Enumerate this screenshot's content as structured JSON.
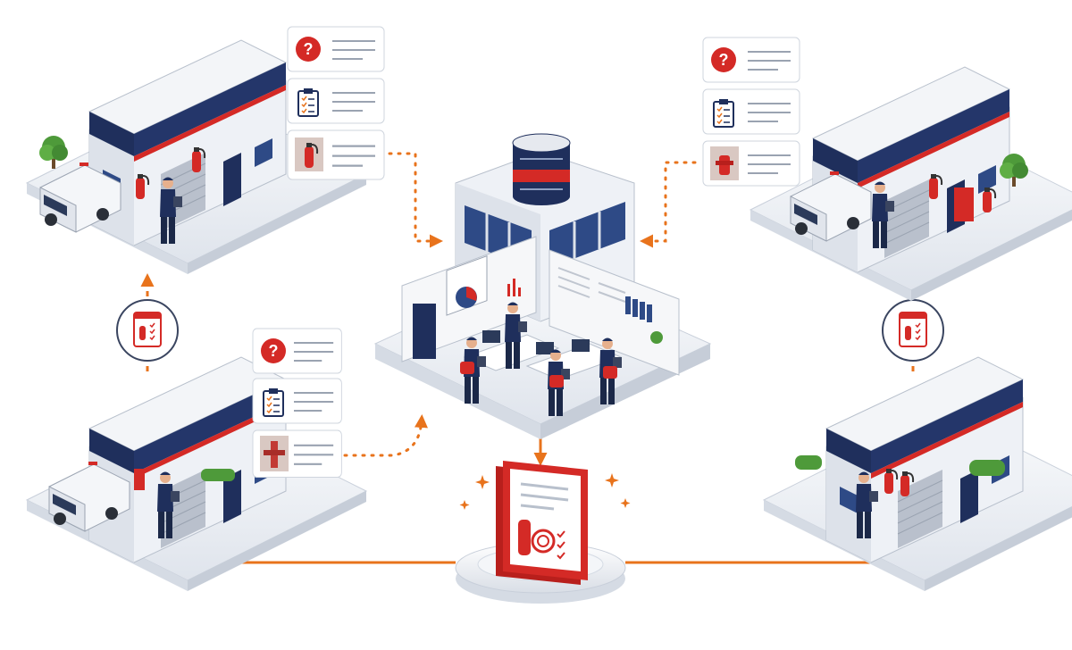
{
  "diagram": {
    "nodes": [
      {
        "id": "central-hub",
        "kind": "monitoring-center",
        "icon": "database-icon"
      },
      {
        "id": "site-top-left",
        "kind": "facility",
        "icons": [
          "ambulance-icon",
          "fire-extinguisher-icon",
          "inspector-icon"
        ]
      },
      {
        "id": "site-top-right",
        "kind": "facility",
        "icons": [
          "ambulance-icon",
          "fire-extinguisher-icon",
          "inspector-icon"
        ]
      },
      {
        "id": "site-bottom-left",
        "kind": "facility",
        "icons": [
          "ambulance-icon",
          "fire-extinguisher-icon",
          "inspector-icon"
        ]
      },
      {
        "id": "site-bottom-right",
        "kind": "facility",
        "icons": [
          "fire-extinguisher-icon",
          "inspector-icon"
        ]
      },
      {
        "id": "manual",
        "kind": "safety-manual",
        "icon": "manual-book-icon"
      }
    ],
    "cards": [
      {
        "group": "top-left",
        "items": [
          "question-icon",
          "clipboard-checklist-icon",
          "fire-extinguisher-photo-icon"
        ]
      },
      {
        "group": "top-right",
        "items": [
          "question-icon",
          "clipboard-checklist-icon",
          "fire-hydrant-photo-icon"
        ]
      },
      {
        "group": "bottom-left",
        "items": [
          "question-icon",
          "clipboard-checklist-icon",
          "valve-photo-icon"
        ]
      }
    ],
    "edges": [
      {
        "from": "site-top-left",
        "to": "central-hub",
        "style": "dotted"
      },
      {
        "from": "site-top-right",
        "to": "central-hub",
        "style": "dotted"
      },
      {
        "from": "site-bottom-left",
        "to": "central-hub",
        "style": "dotted"
      },
      {
        "from": "central-hub",
        "to": "manual",
        "style": "solid"
      },
      {
        "from": "manual",
        "to": "site-bottom-left",
        "style": "solid"
      },
      {
        "from": "manual",
        "to": "site-bottom-right",
        "style": "solid"
      },
      {
        "from": "site-bottom-left",
        "to": "site-top-left",
        "style": "dashed"
      },
      {
        "from": "site-bottom-right",
        "to": "site-top-right",
        "style": "dashed"
      }
    ],
    "colors": {
      "accent": "#e8731c",
      "brand_navy": "#1f2f5c",
      "brand_red": "#d42a26",
      "building_wall": "#eef1f6",
      "platform": "#f4f6f9"
    }
  }
}
